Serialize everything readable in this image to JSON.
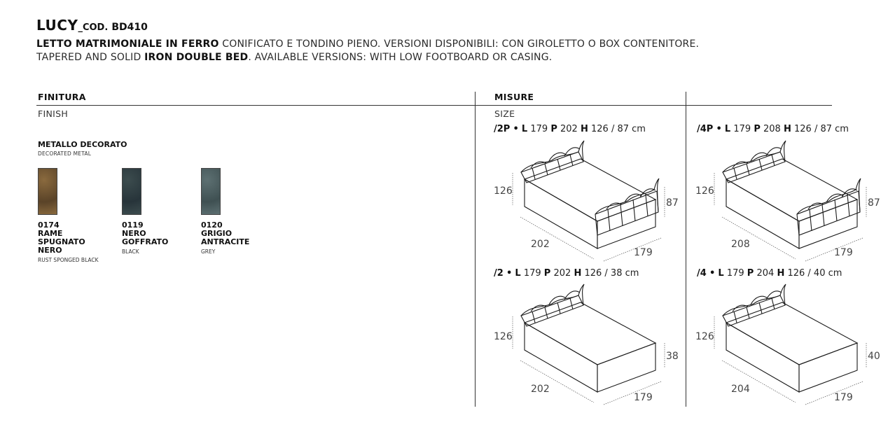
{
  "header": {
    "name": "LUCY",
    "cod_label": "_COD.",
    "code": "BD410",
    "it_bold": "LETTO MATRIMONIALE IN FERRO",
    "it_rest": " CONIFICATO E TONDINO PIENO. VERSIONI DISPONIBILI: CON GIROLETTO O BOX CONTENITORE.",
    "en_pre": "TAPERED AND SOLID ",
    "en_bold": "IRON DOUBLE BED",
    "en_rest": ". AVAILABLE VERSIONS: WITH LOW FOOTBOARD OR CASING."
  },
  "finish": {
    "title": "FINITURA",
    "subtitle": "FINISH",
    "group_title": "METALLO DECORATO",
    "group_subtitle": "DECORATED METAL",
    "swatches": [
      {
        "code": "0174",
        "name_lines": [
          "RAME",
          "SPUGNATO",
          "NERO"
        ],
        "en": "RUST SPONGED BLACK",
        "color": "#8a6a3e",
        "color2": "#5a4328"
      },
      {
        "code": "0119",
        "name_lines": [
          "NERO",
          "GOFFRATO"
        ],
        "en": "BLACK",
        "color": "#3c4c4e",
        "color2": "#27343a"
      },
      {
        "code": "0120",
        "name_lines": [
          "GRIGIO",
          "ANTRACITE"
        ],
        "en": "GREY",
        "color": "#5d7072",
        "color2": "#3f5052"
      }
    ]
  },
  "sizes": {
    "title": "MISURE",
    "subtitle": "SIZE",
    "versions": [
      {
        "code": "/2P",
        "l_label": "L",
        "l": "179",
        "p_label": "P",
        "p": "202",
        "h_label": "H",
        "h": "126 / 87 cm",
        "dim_height": "126",
        "dim_right": "87",
        "dim_depth": "202",
        "dim_width": "179",
        "footboard": true
      },
      {
        "code": "/4P",
        "l_label": "L",
        "l": "179",
        "p_label": "P",
        "p": "208",
        "h_label": "H",
        "h": "126 / 87 cm",
        "dim_height": "126",
        "dim_right": "87",
        "dim_depth": "208",
        "dim_width": "179",
        "footboard": true
      },
      {
        "code": "/2",
        "l_label": "L",
        "l": "179",
        "p_label": "P",
        "p": "202",
        "h_label": "H",
        "h": "126 / 38 cm",
        "dim_height": "126",
        "dim_right": "38",
        "dim_depth": "202",
        "dim_width": "179",
        "footboard": false
      },
      {
        "code": "/4",
        "l_label": "L",
        "l": "179",
        "p_label": "P",
        "p": "204",
        "h_label": "H",
        "h": "126 / 40 cm",
        "dim_height": "126",
        "dim_right": "40",
        "dim_depth": "204",
        "dim_width": "179",
        "footboard": false
      }
    ]
  }
}
